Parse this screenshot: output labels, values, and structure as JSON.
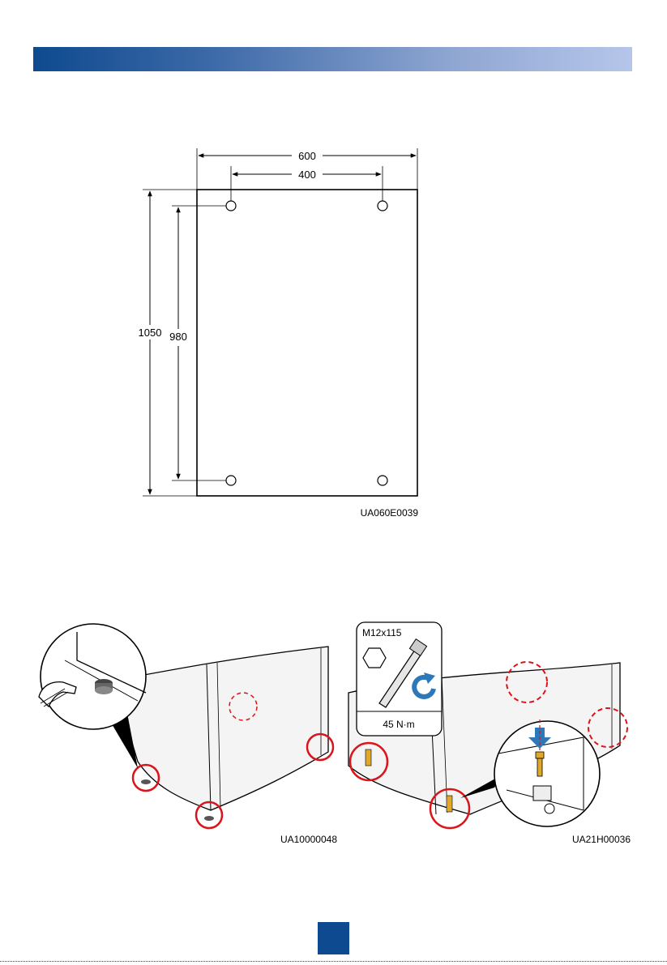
{
  "colors": {
    "header_bar_start": "#0e4a8f",
    "header_bar_end": "#b6c6ea",
    "highlight_red": "#d9141b",
    "arrow_blue": "#2c78b8",
    "bolt_gold": "#e0a82a"
  },
  "figure_top": {
    "dim_width_outer": "600",
    "dim_width_holes": "400",
    "dim_height_outer": "1050",
    "dim_height_holes": "980",
    "code": "UA060E0039"
  },
  "figure_bottom_left": {
    "code": "UA10000048",
    "icons": [
      "wrench-icon",
      "leveling-foot-icon"
    ]
  },
  "figure_bottom_right": {
    "bolt_spec": "M12x115",
    "torque": "45 N·m",
    "code": "UA21H00036",
    "icons": [
      "hex-head-icon",
      "socket-wrench-icon",
      "rotate-clockwise-icon",
      "down-arrow-icon"
    ]
  }
}
